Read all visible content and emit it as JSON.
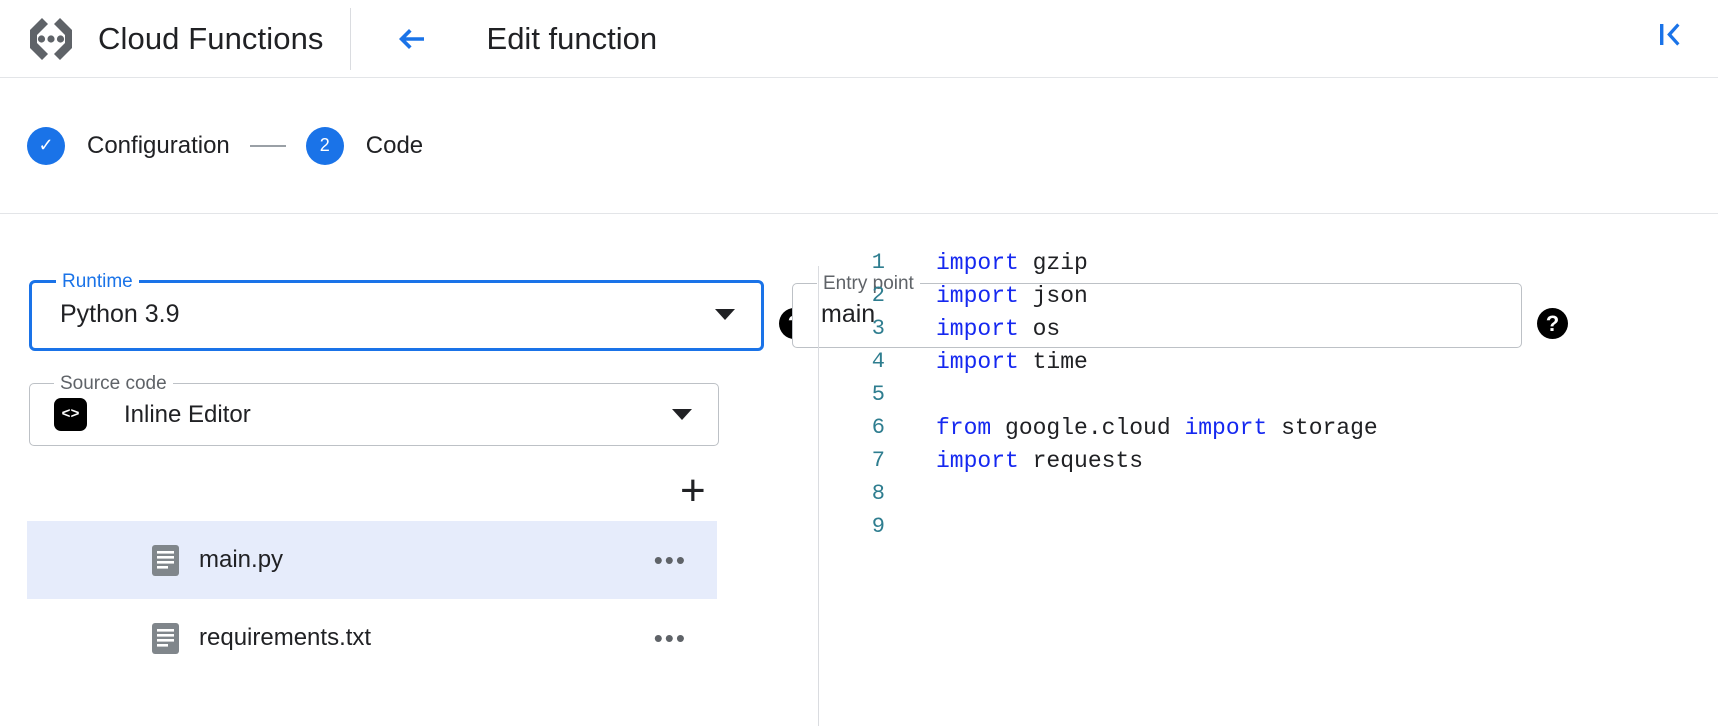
{
  "header": {
    "brand_title": "Cloud Functions",
    "brand_icon": "cloud-functions-logo",
    "back_icon": "arrow-left-icon",
    "page_title": "Edit function",
    "collapse_icon": "collapse-panel-icon"
  },
  "stepper": {
    "steps": [
      {
        "marker": "✓",
        "label": "Configuration",
        "state": "completed"
      },
      {
        "marker": "2",
        "label": "Code",
        "state": "active"
      }
    ],
    "separator": "—"
  },
  "form": {
    "runtime": {
      "legend": "Runtime",
      "value": "Python 3.9",
      "focused": true,
      "caret_icon": "chevron-down-icon",
      "help_icon": "help-icon",
      "help_glyph": "?"
    },
    "entry_point": {
      "legend": "Entry point",
      "value": "main",
      "help_icon": "help-icon",
      "help_glyph": "?"
    },
    "source_code": {
      "legend": "Source code",
      "value": "Inline Editor",
      "icon": "code-brackets-icon",
      "icon_glyph": "<>",
      "caret_icon": "chevron-down-icon"
    }
  },
  "files": {
    "add_label": "+",
    "add_icon": "add-file-icon",
    "more_glyph": "•••",
    "items": [
      {
        "name": "main.py",
        "selected": true,
        "icon": "file-document-icon"
      },
      {
        "name": "requirements.txt",
        "selected": false,
        "icon": "file-document-icon"
      }
    ]
  },
  "editor": {
    "lines": [
      {
        "n": "1",
        "tokens": [
          {
            "t": "import",
            "k": true
          },
          {
            "t": " gzip",
            "k": false
          }
        ]
      },
      {
        "n": "2",
        "tokens": [
          {
            "t": "import",
            "k": true
          },
          {
            "t": " json",
            "k": false
          }
        ]
      },
      {
        "n": "3",
        "tokens": [
          {
            "t": "import",
            "k": true
          },
          {
            "t": " os",
            "k": false
          }
        ]
      },
      {
        "n": "4",
        "tokens": [
          {
            "t": "import",
            "k": true
          },
          {
            "t": " time",
            "k": false
          }
        ]
      },
      {
        "n": "5",
        "tokens": []
      },
      {
        "n": "6",
        "tokens": [
          {
            "t": "from",
            "k": true
          },
          {
            "t": " google.cloud ",
            "k": false
          },
          {
            "t": "import",
            "k": true
          },
          {
            "t": " storage",
            "k": false
          }
        ]
      },
      {
        "n": "7",
        "tokens": [
          {
            "t": "import",
            "k": true
          },
          {
            "t": " requests",
            "k": false
          }
        ]
      },
      {
        "n": "8",
        "tokens": []
      },
      {
        "n": "9",
        "tokens": []
      }
    ]
  },
  "colors": {
    "accent": "#1a73e8",
    "keyword": "#1528f0",
    "line_number": "#2e7d8f",
    "selected_row": "#e6ecfb",
    "text": "#202124",
    "muted": "#5f6368",
    "border": "#bdc1c6"
  }
}
